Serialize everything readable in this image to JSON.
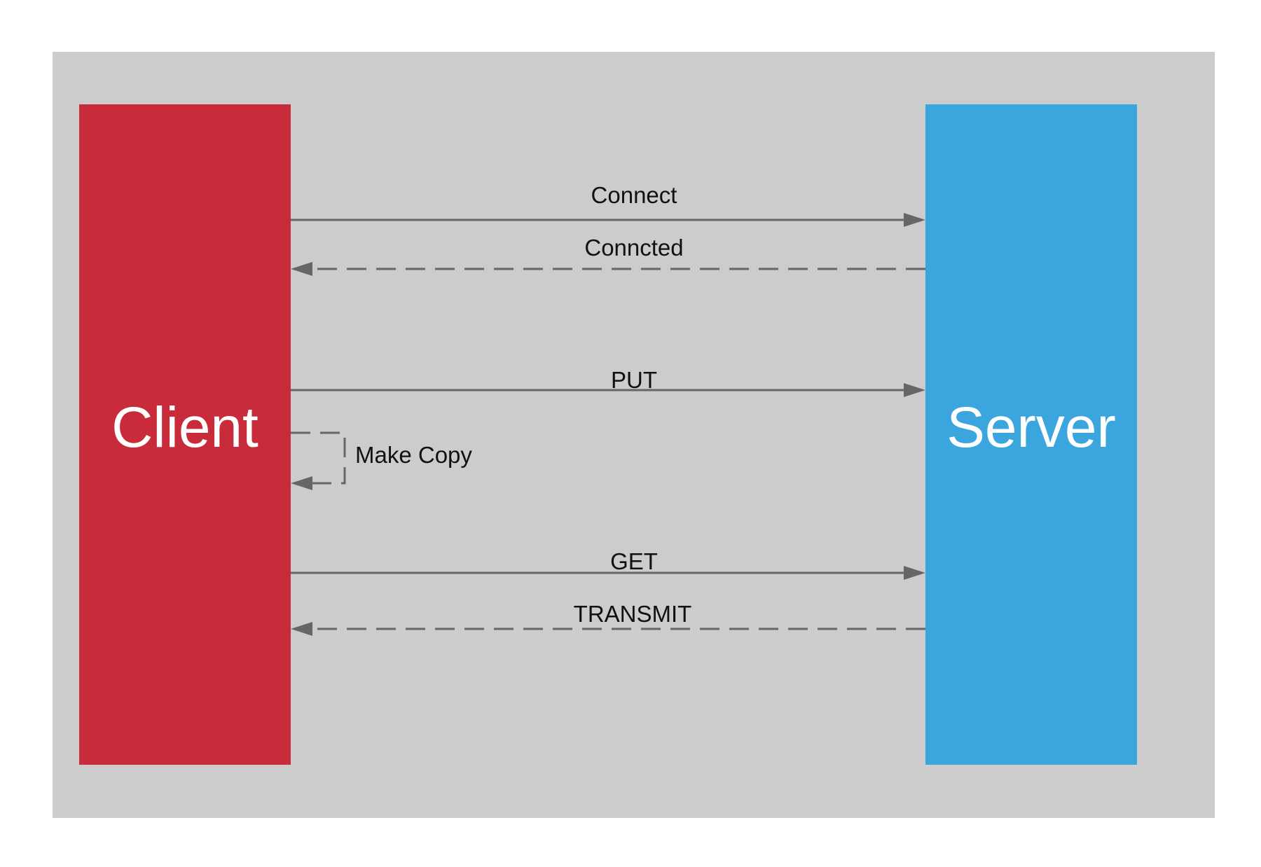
{
  "colors": {
    "page_background": "#ffffff",
    "panel": "#cccccc",
    "client": "#c82c3a",
    "server": "#3ba5de",
    "line": "#666666",
    "actor_text": "#ffffff",
    "label_text": "#111111"
  },
  "actors": {
    "client": {
      "label": "Client"
    },
    "server": {
      "label": "Server"
    }
  },
  "messages": [
    {
      "label": "Connect",
      "from": "client",
      "to": "server",
      "style": "solid"
    },
    {
      "label": "Conncted",
      "from": "server",
      "to": "client",
      "style": "dashed"
    },
    {
      "label": "PUT",
      "from": "client",
      "to": "server",
      "style": "solid"
    },
    {
      "label": "Make Copy",
      "from": "client",
      "to": "client",
      "style": "dashed"
    },
    {
      "label": "GET",
      "from": "client",
      "to": "server",
      "style": "solid"
    },
    {
      "label": "TRANSMIT",
      "from": "server",
      "to": "client",
      "style": "dashed"
    }
  ]
}
